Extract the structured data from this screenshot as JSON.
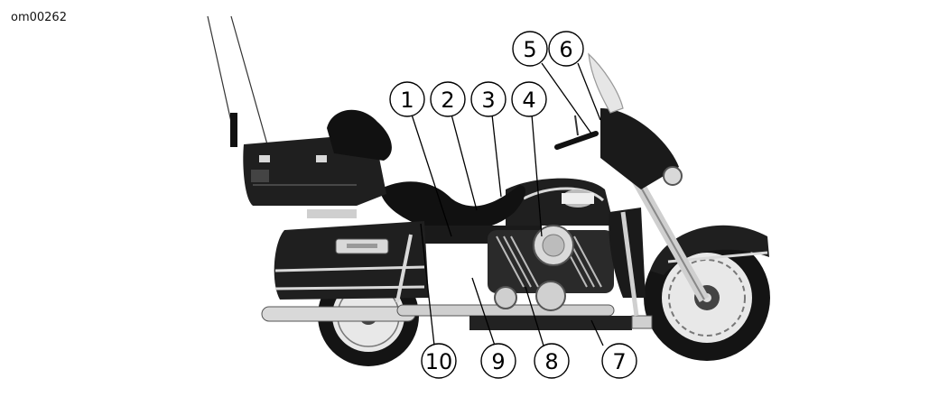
{
  "figure": {
    "code": "om00262",
    "colors": {
      "body": "#1f1f1f",
      "chrome": "#d9d9d9",
      "tire": "#141414",
      "line": "#000000"
    },
    "callouts": [
      {
        "label": "1"
      },
      {
        "label": "2"
      },
      {
        "label": "3"
      },
      {
        "label": "4"
      },
      {
        "label": "5"
      },
      {
        "label": "6"
      },
      {
        "label": "7"
      },
      {
        "label": "8"
      },
      {
        "label": "9"
      },
      {
        "label": "10"
      }
    ]
  }
}
